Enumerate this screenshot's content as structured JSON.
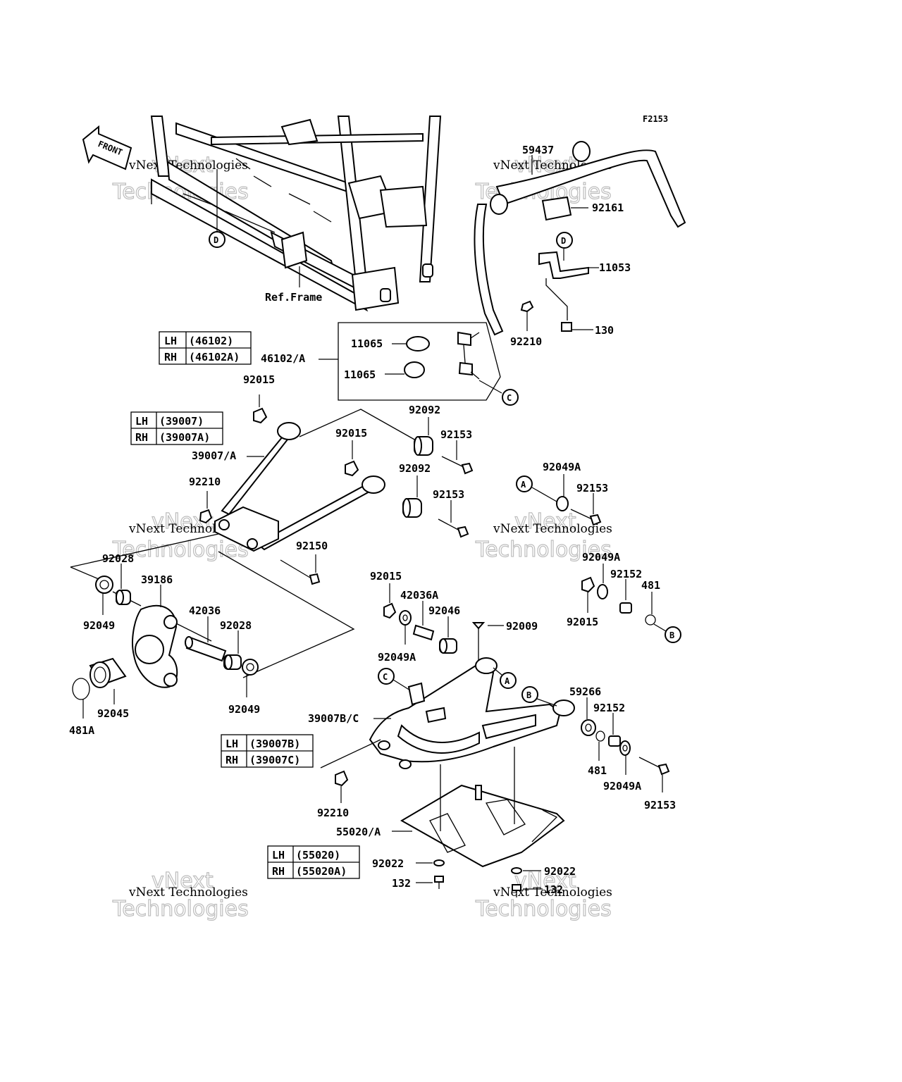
{
  "figure_code": "F2153",
  "front_label": "FRONT",
  "ref_frame_label": "Ref.Frame",
  "watermark": {
    "line1": "vNext Technologies",
    "big_line1": "vNext",
    "big_line2": "Technologies"
  },
  "callouts": {
    "a": "A",
    "b": "B",
    "c": "C",
    "d": "D"
  },
  "lhrh_tables": [
    {
      "lh_label": "LH",
      "lh_part": "(46102)",
      "rh_label": "RH",
      "rh_part": "(46102A)"
    },
    {
      "lh_label": "LH",
      "lh_part": "(39007)",
      "rh_label": "RH",
      "rh_part": "(39007A)"
    },
    {
      "lh_label": "LH",
      "lh_part": "(39007B)",
      "rh_label": "RH",
      "rh_part": "(39007C)"
    },
    {
      "lh_label": "LH",
      "lh_part": "(55020)",
      "rh_label": "RH",
      "rh_part": "(55020A)"
    }
  ],
  "parts": {
    "p59437": "59437",
    "p92161": "92161",
    "p11053": "11053",
    "p130": "130",
    "p92210a": "92210",
    "p11065a": "11065",
    "p11065b": "11065",
    "p46102": "46102/A",
    "p92015a": "92015",
    "p92092a": "92092",
    "p92153a": "92153",
    "p92015b": "92015",
    "p39007": "39007/A",
    "p92092b": "92092",
    "p92153b": "92153",
    "p92210b": "92210",
    "p92150": "92150",
    "p92049Aa": "92049A",
    "p92153c": "92153",
    "p92028a": "92028",
    "p39186": "39186",
    "p92049a": "92049",
    "p42036": "42036",
    "p92028b": "92028",
    "p92045": "92045",
    "p92049b": "92049",
    "p481A": "481A",
    "p92015c": "92015",
    "p42036A": "42036A",
    "p92046": "92046",
    "p92009": "92009",
    "p92049Ab": "92049A",
    "p92049Ac": "92049A",
    "p92152a": "92152",
    "p481a": "481",
    "p92015d": "92015",
    "p59266": "59266",
    "p92152b": "92152",
    "p481b": "481",
    "p92049Ad": "92049A",
    "p92153d": "92153",
    "p39007BC": "39007B/C",
    "p92210c": "92210",
    "p55020": "55020/A",
    "p92022a": "92022",
    "p92022b": "92022",
    "p132a": "132",
    "p132b": "132"
  }
}
